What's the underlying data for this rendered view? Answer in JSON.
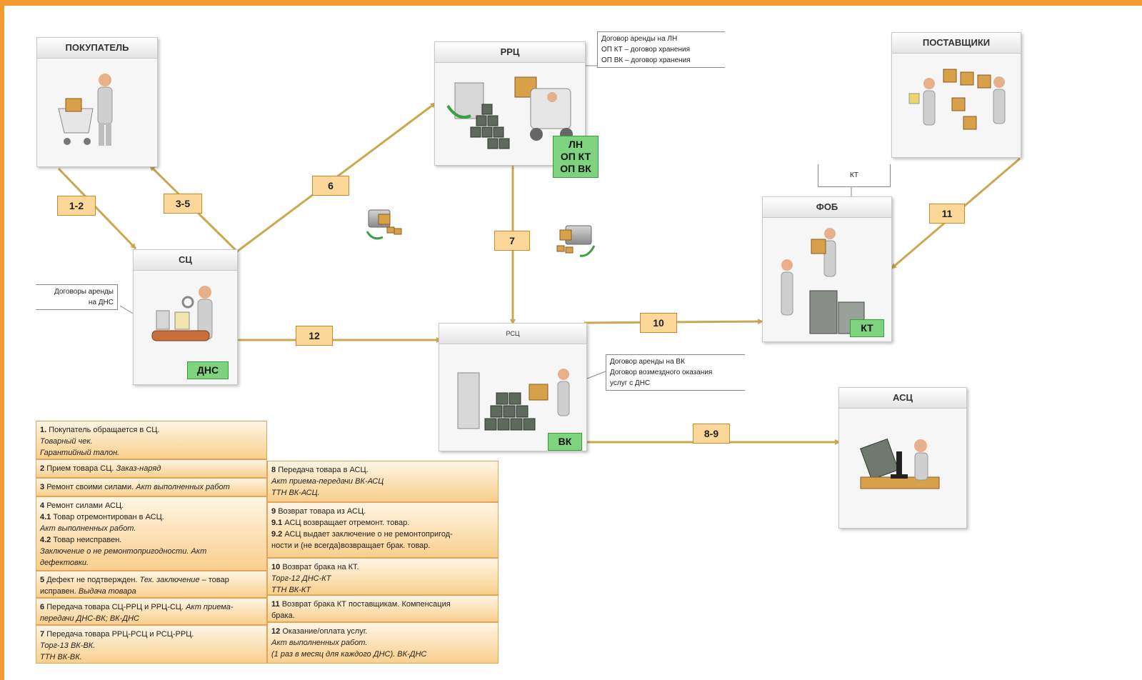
{
  "boxes": {
    "buyer": {
      "title": "ПОКУПАТЕЛЬ"
    },
    "rrc": {
      "title": "РРЦ",
      "badge": [
        "ЛН",
        "ОП КТ",
        "ОП ВК"
      ]
    },
    "suppliers": {
      "title": "ПОСТАВЩИКИ"
    },
    "sc": {
      "title": "СЦ",
      "badge": "ДНС"
    },
    "fob": {
      "title": "ФОБ",
      "badge": "КТ"
    },
    "rsc": {
      "title": "РСЦ",
      "badge": "ВК"
    },
    "asc": {
      "title": "АСЦ"
    }
  },
  "notes": {
    "rrc": [
      "Договор аренды на ЛН",
      "ОП КТ – договор хранения",
      "ОП ВК – договор хранения"
    ],
    "sc": [
      "Договоры аренды",
      "на ДНС"
    ],
    "fob": "КТ",
    "rsc": [
      "Договор аренды на ВК",
      "Договор возмездного оказания",
      "услуг с ДНС"
    ]
  },
  "arrow_labels": [
    "1-2",
    "3-5",
    "6",
    "7",
    "10",
    "11",
    "12",
    "8-9"
  ],
  "legend": {
    "left": [
      {
        "lines": [
          {
            "n": "1.",
            "t": "Покупатель обращается в СЦ."
          },
          {
            "i": "Товарный чек."
          },
          {
            "i": "Гарантийный талон."
          }
        ]
      },
      {
        "lines": [
          {
            "n": "2",
            "t": "Прием товара СЦ.",
            "i": "Заказ-наряд"
          }
        ]
      },
      {
        "lines": [
          {
            "n": "3",
            "t": "Ремонт своими силами.",
            "i": "Акт выполненных работ"
          }
        ]
      },
      {
        "lines": [
          {
            "n": "4",
            "t": "Ремонт силами АСЦ."
          },
          {
            "n": "4.1",
            "t": "Товар отремонтирован в АСЦ."
          },
          {
            "i": "Акт выполненных работ."
          },
          {
            "n": "4.2",
            "t": "Товар неисправен."
          },
          {
            "i": "Заключение о не ремонтопригодности. Акт"
          },
          {
            "i": "дефектовки."
          }
        ]
      },
      {
        "lines": [
          {
            "n": "5",
            "t": "Дефект не подтвержден.",
            "i": "Тех. заключение",
            "t2": "– товар"
          },
          {
            "t": "исправен.",
            "i": "Выдача товара"
          }
        ]
      },
      {
        "lines": [
          {
            "n": "6",
            "t": "Передача товара СЦ-РРЦ и РРЦ-СЦ.",
            "i": "Акт приема-"
          },
          {
            "i": "передачи ДНС-ВК; ВК-ДНС"
          }
        ]
      },
      {
        "lines": [
          {
            "n": "7",
            "t": "Передача товара РРЦ-РСЦ и РСЦ-РРЦ."
          },
          {
            "i": "Торг-13 ВК-ВК."
          },
          {
            "i": "ТТН ВК-ВК."
          }
        ]
      }
    ],
    "right": [
      {
        "lines": [
          {
            "n": "8",
            "t": "Передача товара в АСЦ."
          },
          {
            "i": "Акт приема-передачи ВК-АСЦ"
          },
          {
            "i": "ТТН ВК-АСЦ."
          }
        ]
      },
      {
        "lines": [
          {
            "n": "9",
            "t": "Возврат товара из АСЦ."
          },
          {
            "n": "9.1",
            "t": "АСЦ возвращает отремонт. товар."
          },
          {
            "n": "9.2",
            "t": "АСЦ выдает заключение о не ремонтопригод-"
          },
          {
            "t": "ности и (не всегда)возвращает брак. товар."
          }
        ]
      },
      {
        "lines": [
          {
            "n": "10",
            "t": "Возврат брака на КТ."
          },
          {
            "i": "Торг-12 ДНС-КТ"
          },
          {
            "i": "ТТН ВК-КТ"
          }
        ]
      },
      {
        "lines": [
          {
            "n": "11",
            "t": "Возврат брака КТ поставщикам. Компенсация"
          },
          {
            "t": "брака."
          }
        ]
      },
      {
        "lines": [
          {
            "n": "12",
            "t": "Оказание/оплата  услуг."
          },
          {
            "i": "Акт выполненных работ."
          },
          {
            "i": "(1 раз в месяц для каждого ДНС). ВК-ДНС"
          }
        ]
      }
    ]
  },
  "colors": {
    "frame": "#f29a2e",
    "connector": "#c9a84e",
    "badge": "#7ed47e",
    "label_bg": "#fbd79a"
  }
}
